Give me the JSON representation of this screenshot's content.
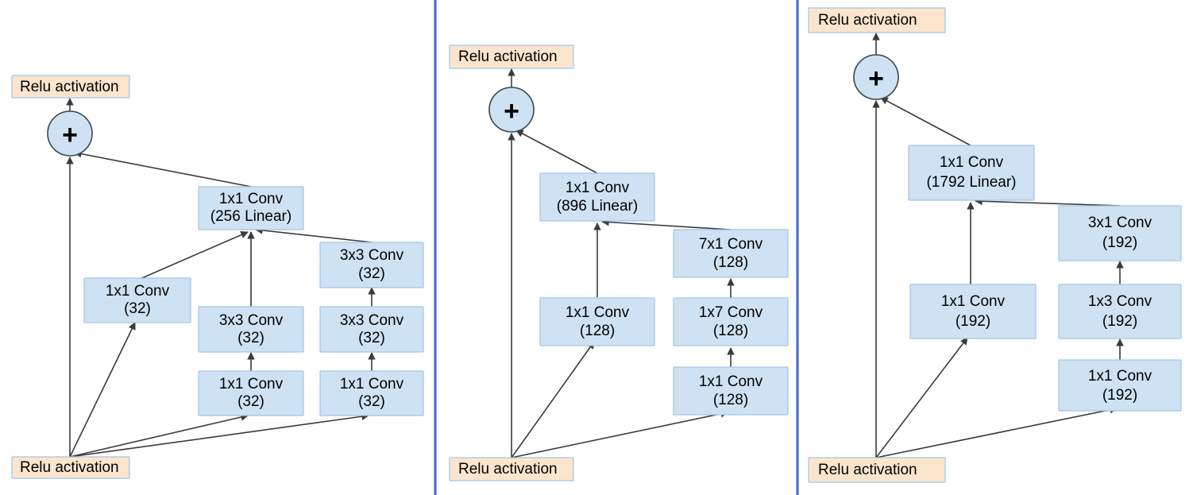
{
  "figure": {
    "title": "Inception-ResNet residual block variants",
    "panel_count": 3,
    "colors": {
      "conv_fill": "#cfe2f3",
      "conv_stroke": "#9fc5e8",
      "relu_fill": "#fce5cd",
      "relu_stroke": "#9fc5e8",
      "edge": "#3b3b3b",
      "divider": "#4472c4",
      "background": "#ffffff"
    }
  },
  "panels": [
    {
      "id": "panel-a",
      "name": "inception-resnet-a",
      "output_relu": {
        "label": "Relu activation"
      },
      "sum_node": {
        "label": "+"
      },
      "projection": {
        "line1": "1x1 Conv",
        "line2": "(256 Linear)"
      },
      "input_relu": {
        "label": "Relu activation"
      },
      "branches": [
        {
          "name": "branch-1",
          "nodes": [
            {
              "line1": "1x1 Conv",
              "line2": "(32)"
            }
          ]
        },
        {
          "name": "branch-2",
          "nodes": [
            {
              "line1": "1x1 Conv",
              "line2": "(32)"
            },
            {
              "line1": "3x3 Conv",
              "line2": "(32)"
            }
          ]
        },
        {
          "name": "branch-3",
          "nodes": [
            {
              "line1": "1x1 Conv",
              "line2": "(32)"
            },
            {
              "line1": "3x3 Conv",
              "line2": "(32)"
            },
            {
              "line1": "3x3 Conv",
              "line2": "(32)"
            }
          ]
        }
      ]
    },
    {
      "id": "panel-b",
      "name": "inception-resnet-b",
      "output_relu": {
        "label": "Relu activation"
      },
      "sum_node": {
        "label": "+"
      },
      "projection": {
        "line1": "1x1 Conv",
        "line2": "(896 Linear)"
      },
      "input_relu": {
        "label": "Relu activation"
      },
      "branches": [
        {
          "name": "branch-1",
          "nodes": [
            {
              "line1": "1x1 Conv",
              "line2": "(128)"
            }
          ]
        },
        {
          "name": "branch-2",
          "nodes": [
            {
              "line1": "1x1 Conv",
              "line2": "(128)"
            },
            {
              "line1": "1x7 Conv",
              "line2": "(128)"
            },
            {
              "line1": "7x1 Conv",
              "line2": "(128)"
            }
          ]
        }
      ]
    },
    {
      "id": "panel-c",
      "name": "inception-resnet-c",
      "output_relu": {
        "label": "Relu activation"
      },
      "sum_node": {
        "label": "+"
      },
      "projection": {
        "line1": "1x1 Conv",
        "line2": "(1792 Linear)"
      },
      "input_relu": {
        "label": "Relu activation"
      },
      "branches": [
        {
          "name": "branch-1",
          "nodes": [
            {
              "line1": "1x1 Conv",
              "line2": "(192)"
            }
          ]
        },
        {
          "name": "branch-2",
          "nodes": [
            {
              "line1": "1x1 Conv",
              "line2": "(192)"
            },
            {
              "line1": "1x3 Conv",
              "line2": "(192)"
            },
            {
              "line1": "3x1 Conv",
              "line2": "(192)"
            }
          ]
        }
      ]
    }
  ]
}
